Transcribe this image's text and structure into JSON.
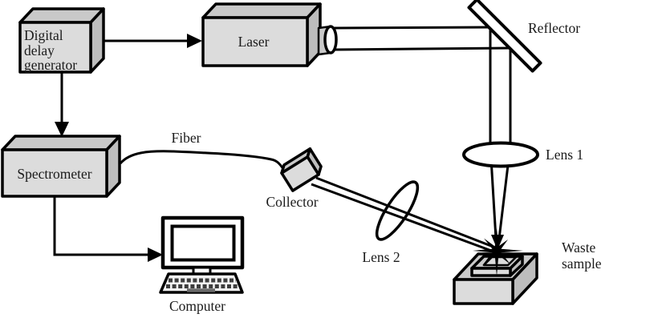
{
  "diagram_type": "experimental-setup-schematic",
  "components": {
    "digital_delay_generator": {
      "label_lines": [
        "Digital",
        "delay",
        "generator"
      ]
    },
    "laser": {
      "label": "Laser"
    },
    "reflector": {
      "label": "Reflector"
    },
    "lens1": {
      "label": "Lens 1"
    },
    "waste_sample": {
      "label_lines": [
        "Waste",
        "sample"
      ]
    },
    "lens2": {
      "label": "Lens 2"
    },
    "collector": {
      "label": "Collector"
    },
    "fiber": {
      "label": "Fiber"
    },
    "spectrometer": {
      "label": "Spectrometer"
    },
    "computer": {
      "label": "Computer"
    }
  },
  "connections": [
    {
      "from": "digital-delay-generator",
      "to": "laser",
      "style": "arrow"
    },
    {
      "from": "digital-delay-generator",
      "to": "spectrometer",
      "style": "arrow"
    },
    {
      "from": "laser",
      "to": "reflector",
      "style": "beam"
    },
    {
      "from": "reflector",
      "to": "waste-sample",
      "via": "lens-1",
      "style": "beam-focused-arrow"
    },
    {
      "from": "waste-sample",
      "to": "collector",
      "via": "lens-2",
      "style": "collection-rays"
    },
    {
      "from": "collector",
      "to": "spectrometer",
      "via": "fiber",
      "style": "curved-cable"
    },
    {
      "from": "spectrometer",
      "to": "computer",
      "style": "arrow"
    }
  ],
  "colors": {
    "box_front": "#dcdcdc",
    "box_top": "#c9c9c9",
    "box_side": "#bdbdbd",
    "keyboard_fill": "#f2f2f2",
    "key_dark": "#3d3d3d",
    "spacebar": "#6a6a6a",
    "outline": "#000000",
    "background": "#ffffff"
  }
}
